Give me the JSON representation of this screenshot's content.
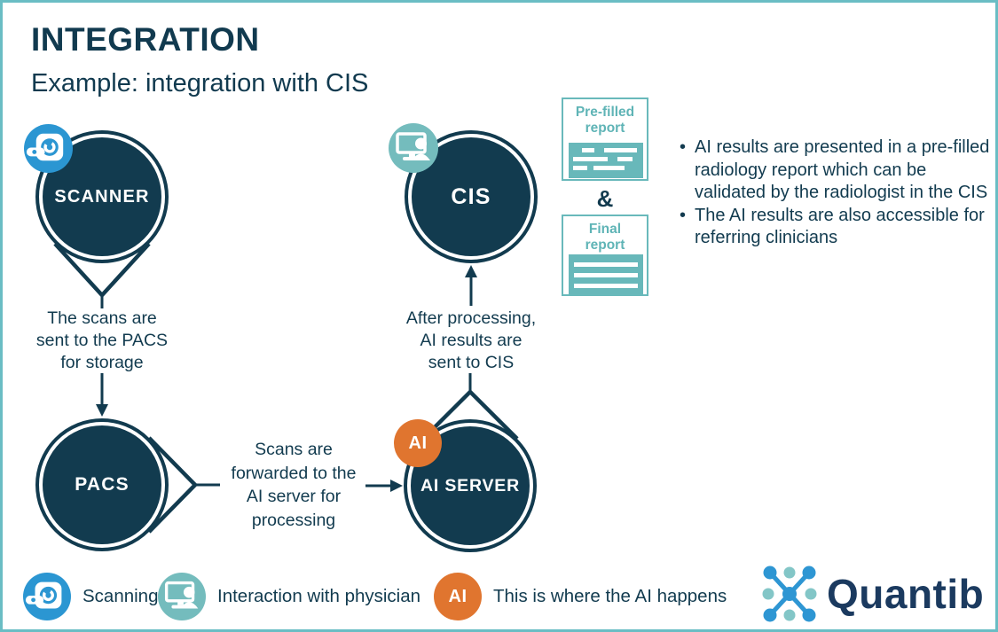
{
  "header": {
    "title": "INTEGRATION",
    "subtitle": "Example: integration with CIS"
  },
  "nodes": {
    "scanner": {
      "label": "SCANNER"
    },
    "cis": {
      "label": "CIS"
    },
    "pacs": {
      "label": "PACS"
    },
    "ai_server": {
      "label": "AI SERVER"
    }
  },
  "ai_badge_label": "AI",
  "flows": {
    "scanner_to_pacs": {
      "lines": [
        "The scans are",
        "sent to the PACS",
        "for storage"
      ]
    },
    "pacs_to_ai": {
      "lines": [
        "Scans are",
        "forwarded to the",
        "AI server for",
        "processing"
      ]
    },
    "ai_to_cis": {
      "lines": [
        "After processing,",
        "AI results are",
        "sent to CIS"
      ]
    }
  },
  "reports": {
    "prefilled_title": [
      "Pre-filled",
      "report"
    ],
    "joiner": "&",
    "final_title": [
      "Final",
      "report"
    ]
  },
  "notes": [
    "AI results are presented in a pre-filled radiology report which can be validated by the radiologist in the CIS",
    "The AI results are also accessible for referring clinicians"
  ],
  "legend": [
    {
      "icon": "mri-scanner-icon",
      "label": "Scanning"
    },
    {
      "icon": "physician-icon",
      "label": "Interaction with physician"
    },
    {
      "icon": "ai-icon",
      "label": "This is where the AI happens"
    }
  ],
  "logo": {
    "text": "Quantib"
  },
  "colors": {
    "dark_navy": "#123B4F",
    "scanner_blue": "#2B96D2",
    "physician_teal": "#74BCBD",
    "ai_orange": "#E0752F",
    "frame_teal": "#6ABDC4",
    "report_teal": "#68B8BA",
    "logo_navy": "#1B3A5F"
  }
}
